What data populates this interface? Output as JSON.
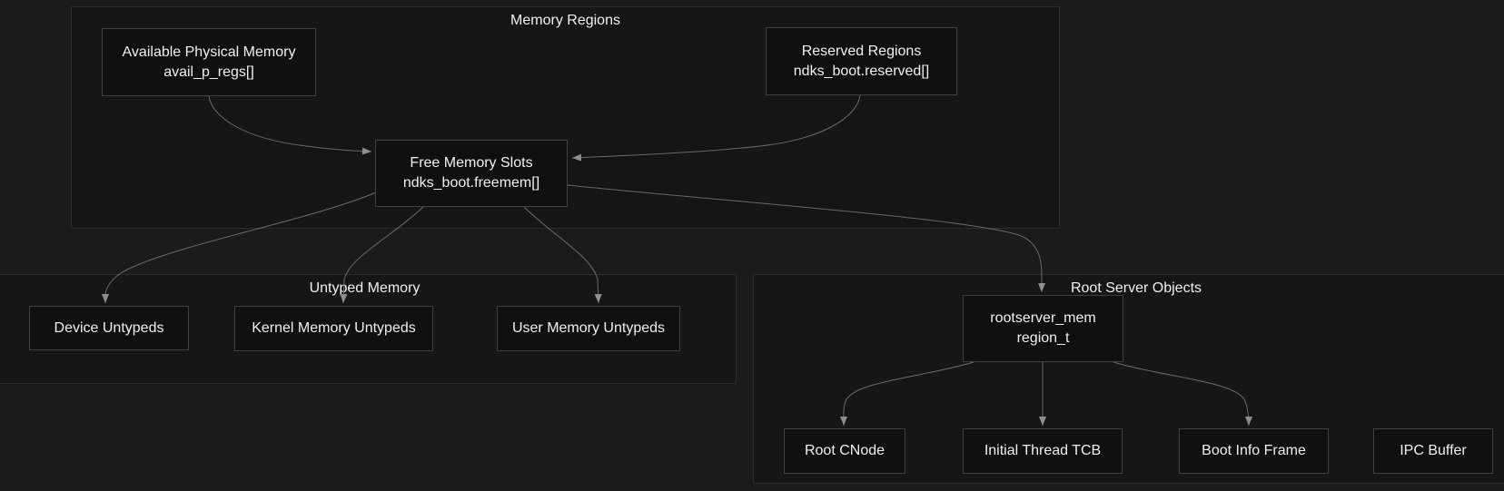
{
  "diagram": {
    "clusters": [
      {
        "id": "memory-regions",
        "label": "Memory Regions"
      },
      {
        "id": "untyped-memory",
        "label": "Untyped Memory"
      },
      {
        "id": "root-server-objects",
        "label": "Root Server Objects"
      }
    ],
    "nodes": [
      {
        "id": "available-physical-memory",
        "title": "Available Physical Memory",
        "subtitle": "avail_p_regs[]"
      },
      {
        "id": "reserved-regions",
        "title": "Reserved Regions",
        "subtitle": "ndks_boot.reserved[]"
      },
      {
        "id": "free-memory-slots",
        "title": "Free Memory Slots",
        "subtitle": "ndks_boot.freemem[]"
      },
      {
        "id": "device-untypeds",
        "title": "Device Untypeds"
      },
      {
        "id": "kernel-memory-untypeds",
        "title": "Kernel Memory Untypeds"
      },
      {
        "id": "user-memory-untypeds",
        "title": "User Memory Untypeds"
      },
      {
        "id": "rootserver-mem",
        "title": "rootserver_mem",
        "subtitle": "region_t"
      },
      {
        "id": "root-cnode",
        "title": "Root CNode"
      },
      {
        "id": "initial-thread-tcb",
        "title": "Initial Thread TCB"
      },
      {
        "id": "boot-info-frame",
        "title": "Boot Info Frame"
      },
      {
        "id": "ipc-buffer",
        "title": "IPC Buffer"
      }
    ],
    "edges": [
      {
        "from": "available-physical-memory",
        "to": "free-memory-slots"
      },
      {
        "from": "reserved-regions",
        "to": "free-memory-slots"
      },
      {
        "from": "free-memory-slots",
        "to": "device-untypeds"
      },
      {
        "from": "free-memory-slots",
        "to": "kernel-memory-untypeds"
      },
      {
        "from": "free-memory-slots",
        "to": "user-memory-untypeds"
      },
      {
        "from": "free-memory-slots",
        "to": "rootserver-mem"
      },
      {
        "from": "rootserver-mem",
        "to": "root-cnode"
      },
      {
        "from": "rootserver-mem",
        "to": "initial-thread-tcb"
      },
      {
        "from": "rootserver-mem",
        "to": "boot-info-frame"
      }
    ],
    "colors": {
      "page_background": "#1b1b1b",
      "cluster_background": "#161616",
      "cluster_border": "#2c2c2c",
      "node_background": "#101010",
      "node_border": "#404040",
      "edge": "#6a6a6a",
      "arrowhead": "#8f8f8f",
      "text": "#f0f0f0"
    }
  }
}
